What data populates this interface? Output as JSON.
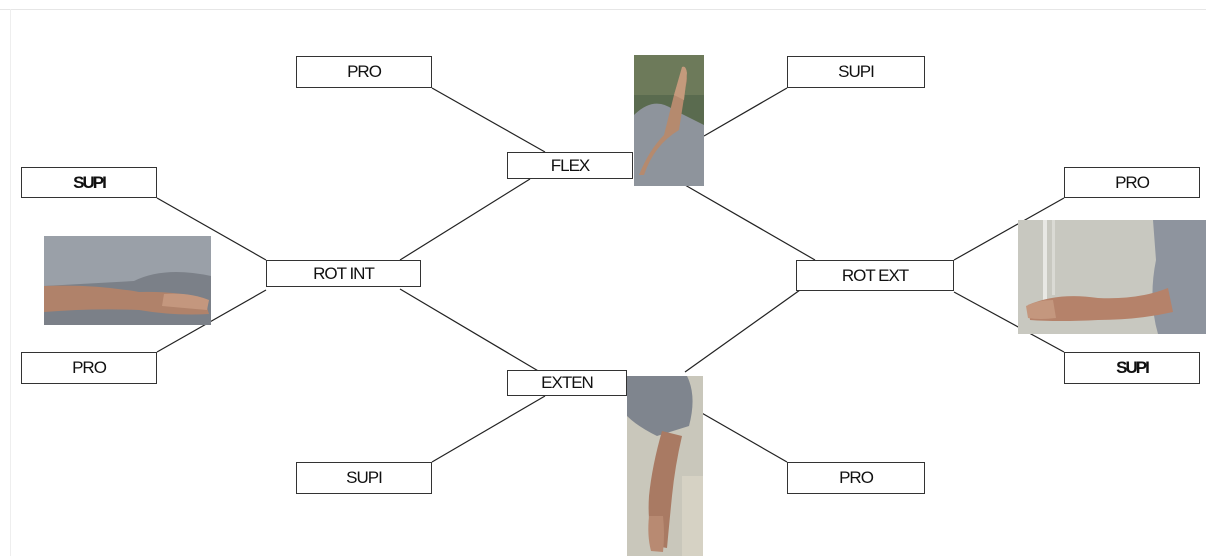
{
  "nodes": {
    "flex": "FLEX",
    "exten": "EXTEN",
    "rot_int": "ROT INT",
    "rot_ext": "ROT EXT"
  },
  "leaves": {
    "flex_left": "PRO",
    "flex_right": "SUPI",
    "rot_int_top": "SUPI",
    "rot_int_bottom": "PRO",
    "rot_ext_top": "PRO",
    "rot_ext_bottom": "SUPI",
    "exten_left": "SUPI",
    "exten_right": "PRO"
  }
}
